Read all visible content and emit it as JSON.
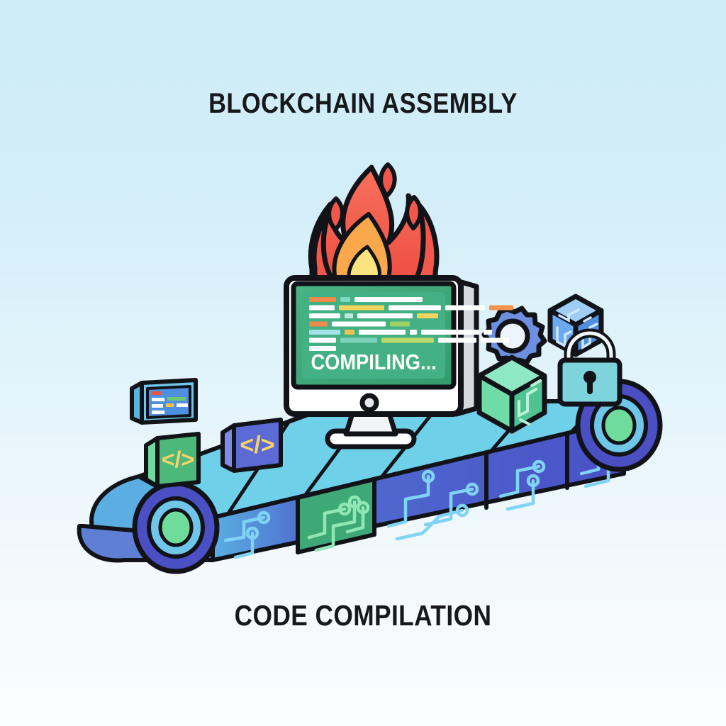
{
  "page": {
    "top_title": "BLOCKCHAIN ASSEMBLY",
    "bottom_title": "CODE COMPILATION",
    "background_top_color": "#cdecf8",
    "background_bottom_color": "#fbfcfd"
  },
  "monitor": {
    "status_text": "COMPILING...",
    "screen_color": "#3aa878",
    "screen_inner_color": "#43b183",
    "bezel_color": "#ffffff",
    "outline_color": "#111318",
    "side_panel_color": "#d6d9de",
    "power_button_name": "power-button",
    "code_lines": [
      [
        {
          "w": 38,
          "c": "#ee8b4a"
        },
        {
          "w": 14,
          "c": "#7fd8c4"
        },
        {
          "w": 96,
          "c": "#ffffff"
        }
      ],
      [
        {
          "w": 36,
          "c": "#ffffff"
        },
        {
          "w": 64,
          "c": "#f2d45e"
        },
        {
          "w": 74,
          "c": "#ffffff"
        },
        {
          "w": 56,
          "c": "#ffffff"
        },
        {
          "w": 34,
          "c": "#f0944e"
        }
      ],
      [
        {
          "w": 44,
          "c": "#ffffff"
        },
        {
          "w": 12,
          "c": "#bfe7da"
        },
        {
          "w": 78,
          "c": "#ffffff"
        },
        {
          "w": 30,
          "c": "#f2d45e"
        }
      ],
      [
        {
          "w": 26,
          "c": "#ee8b4a"
        },
        {
          "w": 76,
          "c": "#ffffff"
        },
        {
          "w": 28,
          "c": "#9ed364"
        }
      ],
      [
        {
          "w": 44,
          "c": "#a6e0e8"
        },
        {
          "w": 14,
          "c": "#f2c24e"
        },
        {
          "w": 66,
          "c": "#ffffff"
        },
        {
          "w": 10,
          "c": "#ffffff"
        },
        {
          "w": 82,
          "c": "#ffffff"
        },
        {
          "w": 12,
          "c": "#ffffff"
        }
      ],
      [
        {
          "w": 38,
          "c": "#ffffff"
        },
        {
          "w": 52,
          "c": "#7fd2bc"
        },
        {
          "w": 74,
          "c": "#bcd96a"
        },
        {
          "w": 54,
          "c": "#ffffff"
        },
        {
          "w": 40,
          "c": "#ffffff"
        }
      ],
      [
        {
          "w": 38,
          "c": "#ffffff"
        }
      ]
    ]
  },
  "flame": {
    "outer_color": "#f2574b",
    "mid_color": "#f9a94c",
    "inner_color": "#fbe47f",
    "outline_color": "#111318",
    "spark_count": 3
  },
  "conveyor": {
    "top_surface_color": "#69cfe8",
    "top_surface_alt_color": "#7fd7ec",
    "front_color": "#4f52c9",
    "front_alt_color": "#4a9fdd",
    "front_green_color": "#3fa877",
    "trace_color": "#7fd4f5",
    "trace_green_color": "#8fe8b4",
    "outline_color": "#111318",
    "rollers": [
      {
        "name": "roller-left",
        "body": "#4a4fc4",
        "ring": "#6fc6e8",
        "hub": "#6fdc9b"
      },
      {
        "name": "roller-right",
        "body": "#4a4fc4",
        "ring": "#6fc6e8",
        "hub": "#6fdc9b"
      }
    ]
  },
  "items": {
    "tablet": {
      "label": "code-tablet",
      "frame_color": "#6fc6ea",
      "screen_color": "#4f8fe0",
      "bars": [
        "#e8574b",
        "#6fc96f",
        "#ffffff",
        "#f2c24e",
        "#ffffff",
        "#ffffff"
      ]
    },
    "code_block_green": {
      "label": "</>",
      "face_color": "#4cb87a",
      "side_color": "#6fd89c",
      "glyph_color": "#f7d46a"
    },
    "code_block_blue": {
      "label": "</>",
      "face_color": "#5b6ad4",
      "side_color": "#7f8ce4",
      "glyph_color": "#f7d46a"
    },
    "gear": {
      "label": "gear-icon",
      "color": "#6e8fe0",
      "hole_color": "#eef4fb"
    },
    "cube_green": {
      "label": "green-block-cube",
      "top_color": "#8fe8c4",
      "left_color": "#6fdca8",
      "right_color": "#4fc492",
      "trace_color": "#b9f2d8"
    },
    "cube_blue": {
      "label": "blue-block-cube",
      "top_color": "#9ecdf5",
      "left_color": "#6aaaf0",
      "right_color": "#4f8fe0",
      "trace_color": "#cfe6fb"
    },
    "lock": {
      "label": "lock-icon",
      "body_color": "#7ed4dc",
      "shackle_color": "#f2f7fa",
      "keyhole_color": "#111318"
    }
  }
}
